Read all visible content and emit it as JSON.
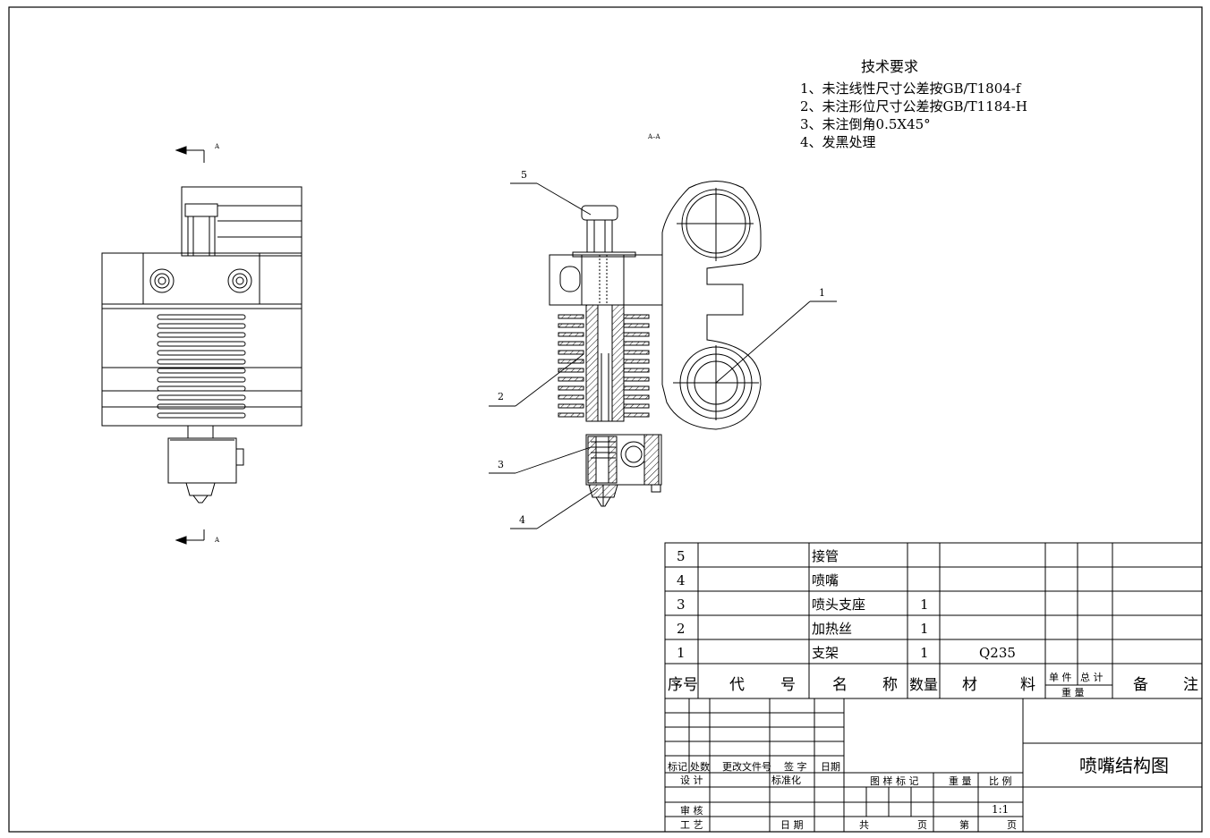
{
  "notes": {
    "title": "技术要求",
    "items": [
      "1、未注线性尺寸公差按GB/T1804-f",
      "2、未注形位尺寸公差按GB/T1184-H",
      "3、未注倒角0.5X45°",
      "4、发黑处理"
    ]
  },
  "views": {
    "section_arrow_label": "A",
    "section_view_label": "A–A"
  },
  "callouts": [
    "1",
    "2",
    "3",
    "4",
    "5"
  ],
  "bom": {
    "rows": [
      {
        "no": "5",
        "code": "",
        "name": "接管",
        "qty": "",
        "material": ""
      },
      {
        "no": "4",
        "code": "",
        "name": "喷嘴",
        "qty": "",
        "material": ""
      },
      {
        "no": "3",
        "code": "",
        "name": "喷头支座",
        "qty": "1",
        "material": ""
      },
      {
        "no": "2",
        "code": "",
        "name": "加热丝",
        "qty": "1",
        "material": ""
      },
      {
        "no": "1",
        "code": "",
        "name": "支架",
        "qty": "1",
        "material": "Q235"
      }
    ],
    "header": {
      "no": "序号",
      "code_a": "代",
      "code_b": "号",
      "name_a": "名",
      "name_b": "称",
      "qty": "数量",
      "material_a": "材",
      "material_b": "料",
      "unit_weight": "单 件",
      "total_weight": "总 计",
      "weight": "重 量",
      "remark_a": "备",
      "remark_b": "注"
    }
  },
  "title_block": {
    "drawing_title": "喷嘴结构图",
    "revision_labels": [
      "标记",
      "处数",
      "更改文件号",
      "签 字",
      "日期"
    ],
    "design": "设 计",
    "standardize": "标准化",
    "review": "审 核",
    "process": "工 艺",
    "date": "日 期",
    "stage_mark": "图 样 标 记",
    "weight": "重 量",
    "scale": "比 例",
    "scale_value": "1:1",
    "total": "共",
    "sheet": "页",
    "no": "第",
    "sheet2": "页"
  }
}
